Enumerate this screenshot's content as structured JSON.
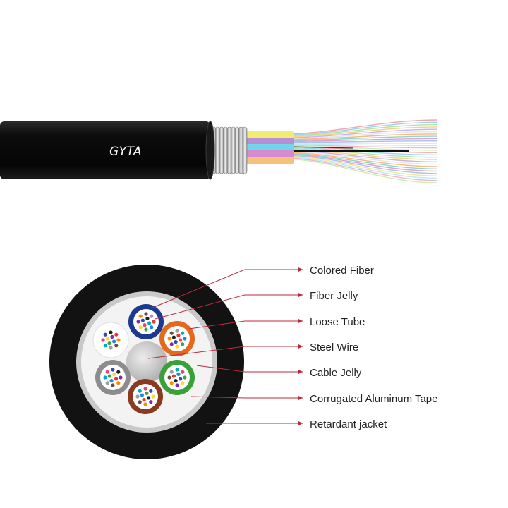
{
  "cable": {
    "brand_text": "GYTA",
    "jacket_color": "#111111",
    "tube_colors": [
      "#f4ec72",
      "#b78ed6",
      "#71d6e8",
      "#d68ad0",
      "#f4c27c"
    ],
    "fiber_colors": [
      "#f2a7a7",
      "#9fd3f2",
      "#b6e3a5",
      "#f0d28a",
      "#c7b3ea",
      "#e6e6e6",
      "#f7b97f",
      "#8fd6c9",
      "#d9a3cf",
      "#a9c0f0",
      "#f5e58c",
      "#bfe8f5",
      "#f0b6c7",
      "#c9f0b0"
    ]
  },
  "cross_section": {
    "jacket_color": "#111111",
    "tape_color": "#c8c8c8",
    "jelly_color": "#f2f2f2",
    "steel_wire_color": "#c6c6c6",
    "tube_colors": [
      "#1b3a8f",
      "#e36a1c",
      "#3aa13a",
      "#8a3a1e",
      "#8c8c8c",
      "#ffffff"
    ],
    "fiber_dot_colors": [
      "#e53935",
      "#1e88e5",
      "#43a047",
      "#fdd835",
      "#8e24aa",
      "#fb8c00",
      "#6d4c41",
      "#9e9e9e",
      "#00acc1",
      "#ec407a",
      "#3949ab",
      "#212121"
    ]
  },
  "labels": [
    {
      "text": "Colored Fiber"
    },
    {
      "text": "Fiber Jelly"
    },
    {
      "text": "Loose Tube"
    },
    {
      "text": "Steel Wire"
    },
    {
      "text": "Cable Jelly"
    },
    {
      "text": "Corrugated Aluminum Tape"
    },
    {
      "text": "Retardant  jacket"
    }
  ],
  "leader_color": "#c0283a"
}
